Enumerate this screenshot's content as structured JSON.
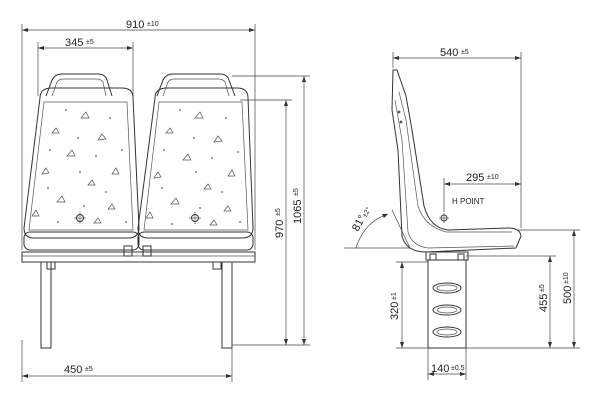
{
  "dimensions": {
    "front_width": {
      "value": "910",
      "tol": "±10"
    },
    "seat_width": {
      "value": "345",
      "tol": "±5"
    },
    "leg_spacing": {
      "value": "450",
      "tol": "±5"
    },
    "overall_height": {
      "value": "1065",
      "tol": "±5"
    },
    "back_height": {
      "value": "970",
      "tol": "±5"
    },
    "side_depth": {
      "value": "540",
      "tol": "±5"
    },
    "h_point_depth": {
      "value": "295",
      "tol": "±10"
    },
    "back_angle": {
      "value": "81°",
      "tol": "±2°"
    },
    "pedestal_height": {
      "value": "320",
      "tol": "±1"
    },
    "seat_height_1": {
      "value": "455",
      "tol": "±5"
    },
    "seat_height_2": {
      "value": "500",
      "tol": "±10"
    },
    "pedestal_width": {
      "value": "140",
      "tol": "±0.5"
    }
  },
  "labels": {
    "h_point": "H POINT"
  },
  "colors": {
    "line": "#333333",
    "background": "#ffffff"
  }
}
